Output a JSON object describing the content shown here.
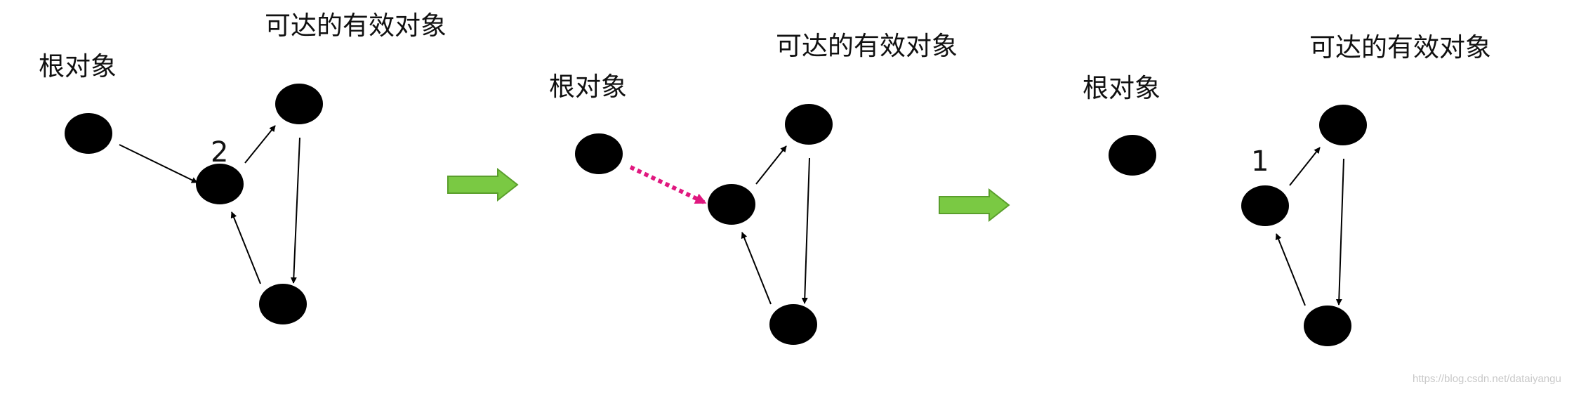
{
  "colors": {
    "node": "#000000",
    "edge": "#000000",
    "removed_edge": "#e0177f",
    "transition_arrow_fill": "#7ac943",
    "transition_arrow_stroke": "#5a9e2c"
  },
  "panels": [
    {
      "root_label": "根对象",
      "reachable_label": "可达的有效对象",
      "ref_count": "2",
      "root_edge_state": "active"
    },
    {
      "root_label": "根对象",
      "reachable_label": "可达的有效对象",
      "ref_count": "",
      "root_edge_state": "removing"
    },
    {
      "root_label": "根对象",
      "reachable_label": "可达的有效对象",
      "ref_count": "1",
      "root_edge_state": "removed"
    }
  ],
  "transition_icon": "right-arrow-icon",
  "watermark": "https://blog.csdn.net/dataiyangu"
}
